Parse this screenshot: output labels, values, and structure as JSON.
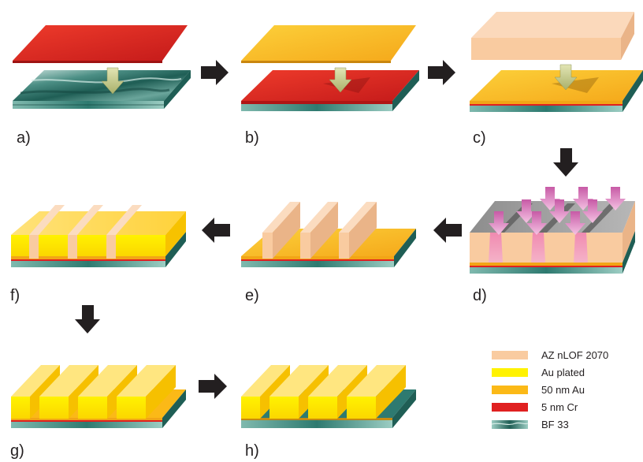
{
  "steps": {
    "a": "a)",
    "b": "b)",
    "c": "c)",
    "d": "d)",
    "e": "e)",
    "f": "f)",
    "g": "g)",
    "h": "h)"
  },
  "legend": [
    {
      "label": "AZ nLOF 2070",
      "color": "#f9cba0",
      "icon": "photoresist-swatch"
    },
    {
      "label": "Au plated",
      "color": "#fff200",
      "icon": "plated-gold-swatch"
    },
    {
      "label": "50 nm Au",
      "color": "#fbb917",
      "icon": "gold-film-swatch"
    },
    {
      "label": "5 nm Cr",
      "color": "#e02020",
      "icon": "chromium-swatch"
    },
    {
      "label": "BF 33",
      "color": "#2e7a70",
      "icon": "glass-substrate-swatch"
    }
  ],
  "colors": {
    "glass": "#2e7a70",
    "chromium": "#e02020",
    "gold_film": "#fbb917",
    "plated_gold": "#fff200",
    "resist": "#f9cba0",
    "exposure_arrow": "#d46fb3",
    "process_arrow": "#231f20",
    "placement_arrow": "#c9cf8e"
  }
}
